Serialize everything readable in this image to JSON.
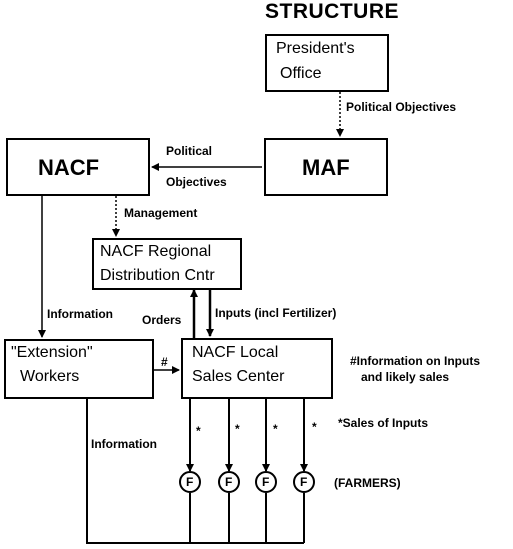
{
  "title": "STRUCTURE",
  "nodes": {
    "president": {
      "line1": "President's",
      "line2": "Office"
    },
    "maf": {
      "label": "MAF"
    },
    "nacf": {
      "label": "NACF"
    },
    "regional": {
      "line1": "NACF Regional",
      "line2": "Distribution Cntr"
    },
    "extension": {
      "line1": "\"Extension\"",
      "line2": "Workers"
    },
    "local": {
      "line1": "NACF Local",
      "line2": "Sales Center"
    },
    "farmers": [
      "F",
      "F",
      "F",
      "F"
    ]
  },
  "edges": {
    "president_maf": "Political Objectives",
    "maf_nacf_1": "Political",
    "maf_nacf_2": "Objectives",
    "nacf_regional": "Management",
    "nacf_extension": "Information",
    "local_regional": "Orders",
    "regional_local": "Inputs (incl Fertilizer)",
    "extension_local": "#",
    "extension_farmers": "Information",
    "sales_marks": [
      "*",
      "*",
      "*",
      "*"
    ]
  },
  "notes": {
    "hash_line1": "#Information on Inputs",
    "hash_line2": "and likely sales",
    "star": "*Sales of Inputs",
    "farmers": "(FARMERS)"
  }
}
